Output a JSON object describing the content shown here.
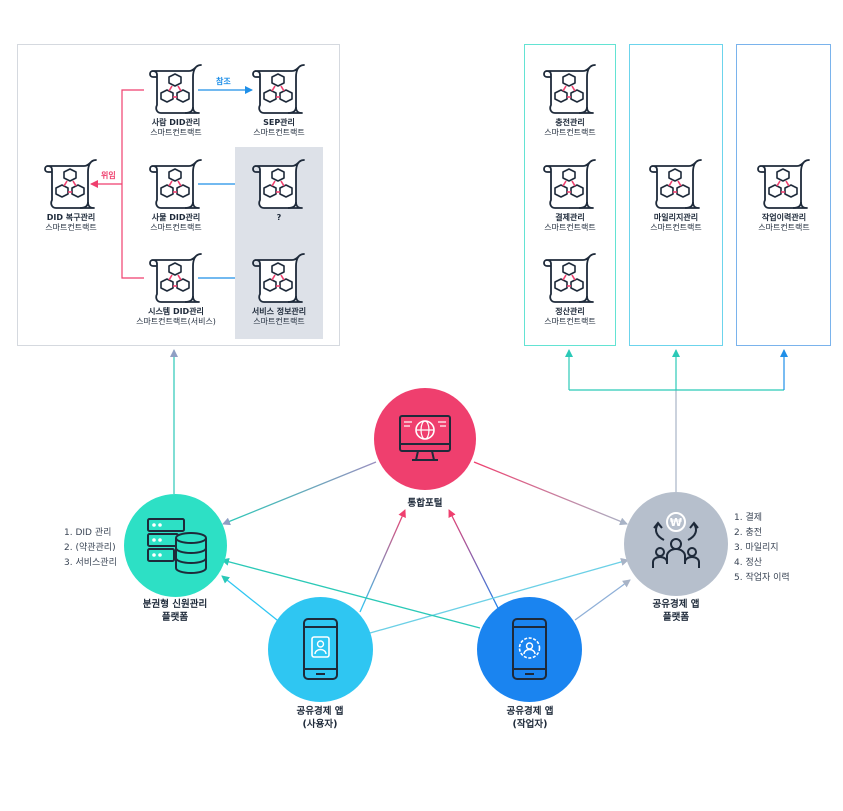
{
  "left_panel": {
    "docs": {
      "recovery": {
        "title": "DID 복구관리",
        "subtitle": "스마트컨트랙트"
      },
      "person": {
        "title": "사람 DID관리",
        "subtitle": "스마트컨트랙트"
      },
      "thing": {
        "title": "사물 DID관리",
        "subtitle": "스마트컨트랙트"
      },
      "system": {
        "title": "시스템 DID관리",
        "subtitle": "스마트컨트랙트(서비스)"
      },
      "sep": {
        "title": "SEP관리",
        "subtitle": "스마트컨트랙트"
      },
      "unknown": {
        "title": "?",
        "subtitle": ""
      },
      "service_info": {
        "title": "서비스 정보관리",
        "subtitle": "스마트컨트랙트"
      }
    },
    "label_reference": "참조",
    "label_delegate": "위임"
  },
  "right_panels": {
    "col1": [
      {
        "title": "충전관리",
        "subtitle": "스마트컨트랙트"
      },
      {
        "title": "결제관리",
        "subtitle": "스마트컨트랙트"
      },
      {
        "title": "정산관리",
        "subtitle": "스마트컨트랙트"
      }
    ],
    "col2": {
      "title": "마일리지관리",
      "subtitle": "스마트컨트랙트"
    },
    "col3": {
      "title": "작업이력관리",
      "subtitle": "스마트컨트랙트"
    }
  },
  "nodes": {
    "portal": {
      "line1": "통합포털",
      "icon": "monitor-globe-icon",
      "color": "#ef3f6e"
    },
    "did_platform": {
      "line1": "분권형 신원관리",
      "line2": "플랫폼",
      "icon": "server-database-icon",
      "color": "#2de0c5"
    },
    "sharing_platform": {
      "line1": "공유경제 앱",
      "line2": "플랫폼",
      "icon": "people-payment-icon",
      "color": "#b6bfcc"
    },
    "user_app": {
      "line1": "공유경제 앱",
      "line2": "(사용자)",
      "icon": "phone-user-icon",
      "color": "#2fc6f2"
    },
    "worker_app": {
      "line1": "공유경제 앱",
      "line2": "(작업자)",
      "icon": "phone-worker-icon",
      "color": "#1a84f0"
    }
  },
  "did_features": [
    "1. DID 관리",
    "2. (약관관리)",
    "3. 서비스관리"
  ],
  "sharing_features": [
    "1. 결제",
    "2. 충전",
    "3. 마일리지",
    "4. 정산",
    "5. 작업자 이력"
  ],
  "colors": {
    "red": "#ef3f6e",
    "blue": "#1f8fe8",
    "teal": "#2bc9b7",
    "panel_border": "#d5d9df",
    "gray_box": "#dde1e8",
    "right_border_1": "#63e3d3",
    "right_border_2": "#6cd4ec",
    "right_border_3": "#7ab3ec"
  }
}
